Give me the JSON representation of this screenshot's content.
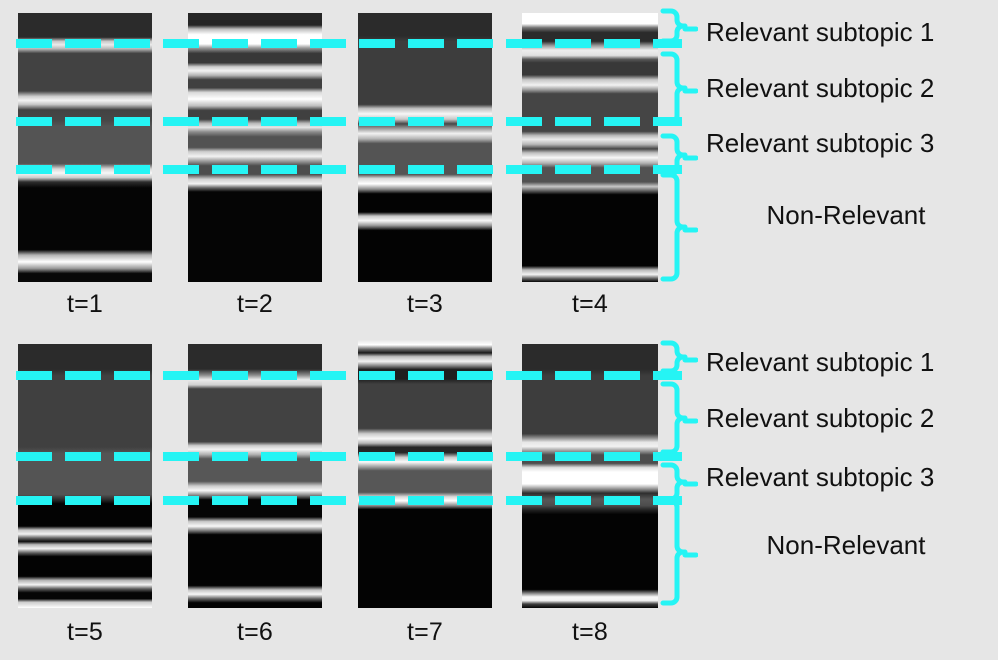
{
  "figure": {
    "background_color": "#e6e6e6",
    "accent_color": "#25f4f4",
    "rows": 2,
    "panels_per_row": 4
  },
  "legend": {
    "rows": [
      {
        "labels": [
          "Relevant subtopic 1",
          "Relevant subtopic 2",
          "Relevant subtopic 3",
          "Non-Relevant"
        ]
      },
      {
        "labels": [
          "Relevant subtopic 1",
          "Relevant subtopic 2",
          "Relevant subtopic 3",
          "Non-Relevant"
        ]
      }
    ]
  },
  "timesteps": [
    {
      "label": "t=1"
    },
    {
      "label": "t=2"
    },
    {
      "label": "t=3"
    },
    {
      "label": "t=4"
    },
    {
      "label": "t=5"
    },
    {
      "label": "t=6"
    },
    {
      "label": "t=7"
    },
    {
      "label": "t=8"
    }
  ],
  "chart_data": {
    "type": "heatmap",
    "title": "",
    "xlabel": "",
    "ylabel": "",
    "description": "Eight vertical grayscale intensity strips (t=1..t=8) split by three cyan dashed boundaries into four relevance regions: Relevant subtopic 1, Relevant subtopic 2, Relevant subtopic 3, Non-Relevant.",
    "colormap": "grayscale",
    "value_range": [
      0,
      1
    ],
    "region_names": [
      "Relevant subtopic 1",
      "Relevant subtopic 2",
      "Relevant subtopic 3",
      "Non-Relevant"
    ],
    "region_boundaries_fraction": {
      "row1": [
        0.115,
        0.405,
        0.585
      ],
      "row2": [
        0.113,
        0.423,
        0.59
      ]
    },
    "panels": [
      {
        "name": "t=1",
        "bands": [
          {
            "pos": 0.0,
            "value": 0.17
          },
          {
            "pos": 0.09,
            "value": 0.17
          },
          {
            "pos": 0.105,
            "value": 0.78
          },
          {
            "pos": 0.118,
            "value": 0.92
          },
          {
            "pos": 0.133,
            "value": 0.72
          },
          {
            "pos": 0.15,
            "value": 0.26
          },
          {
            "pos": 0.29,
            "value": 0.26
          },
          {
            "pos": 0.31,
            "value": 0.8
          },
          {
            "pos": 0.325,
            "value": 0.95
          },
          {
            "pos": 0.34,
            "value": 0.78
          },
          {
            "pos": 0.36,
            "value": 0.26
          },
          {
            "pos": 0.4,
            "value": 0.28
          },
          {
            "pos": 0.42,
            "value": 0.33
          },
          {
            "pos": 0.56,
            "value": 0.33
          },
          {
            "pos": 0.58,
            "value": 0.85
          },
          {
            "pos": 0.595,
            "value": 0.97
          },
          {
            "pos": 0.612,
            "value": 0.8
          },
          {
            "pos": 0.628,
            "value": 0.18
          },
          {
            "pos": 0.65,
            "value": 0.02
          },
          {
            "pos": 0.88,
            "value": 0.02
          },
          {
            "pos": 0.9,
            "value": 0.7
          },
          {
            "pos": 0.925,
            "value": 1.0
          },
          {
            "pos": 0.95,
            "value": 0.6
          },
          {
            "pos": 0.968,
            "value": 0.03
          },
          {
            "pos": 1.0,
            "value": 0.03
          }
        ]
      },
      {
        "name": "t=2",
        "bands": [
          {
            "pos": 0.0,
            "value": 0.15
          },
          {
            "pos": 0.045,
            "value": 0.15
          },
          {
            "pos": 0.06,
            "value": 0.75
          },
          {
            "pos": 0.08,
            "value": 1.0
          },
          {
            "pos": 0.115,
            "value": 1.0
          },
          {
            "pos": 0.13,
            "value": 0.6
          },
          {
            "pos": 0.15,
            "value": 0.22
          },
          {
            "pos": 0.185,
            "value": 0.22
          },
          {
            "pos": 0.2,
            "value": 0.8
          },
          {
            "pos": 0.215,
            "value": 0.95
          },
          {
            "pos": 0.232,
            "value": 0.7
          },
          {
            "pos": 0.248,
            "value": 0.25
          },
          {
            "pos": 0.278,
            "value": 0.25
          },
          {
            "pos": 0.295,
            "value": 0.85
          },
          {
            "pos": 0.32,
            "value": 1.0
          },
          {
            "pos": 0.345,
            "value": 0.75
          },
          {
            "pos": 0.362,
            "value": 0.25
          },
          {
            "pos": 0.395,
            "value": 0.25
          },
          {
            "pos": 0.41,
            "value": 0.72
          },
          {
            "pos": 0.425,
            "value": 0.9
          },
          {
            "pos": 0.442,
            "value": 0.55
          },
          {
            "pos": 0.46,
            "value": 0.32
          },
          {
            "pos": 0.5,
            "value": 0.32
          },
          {
            "pos": 0.515,
            "value": 0.8
          },
          {
            "pos": 0.533,
            "value": 0.95
          },
          {
            "pos": 0.55,
            "value": 0.62
          },
          {
            "pos": 0.568,
            "value": 0.3
          },
          {
            "pos": 0.6,
            "value": 0.3
          },
          {
            "pos": 0.618,
            "value": 0.82
          },
          {
            "pos": 0.635,
            "value": 0.95
          },
          {
            "pos": 0.65,
            "value": 0.4
          },
          {
            "pos": 0.665,
            "value": 0.02
          },
          {
            "pos": 1.0,
            "value": 0.02
          }
        ]
      },
      {
        "name": "t=3",
        "bands": [
          {
            "pos": 0.0,
            "value": 0.17
          },
          {
            "pos": 0.085,
            "value": 0.17
          },
          {
            "pos": 0.105,
            "value": 0.24
          },
          {
            "pos": 0.34,
            "value": 0.24
          },
          {
            "pos": 0.355,
            "value": 0.75
          },
          {
            "pos": 0.375,
            "value": 0.97
          },
          {
            "pos": 0.395,
            "value": 0.78
          },
          {
            "pos": 0.412,
            "value": 0.28
          },
          {
            "pos": 0.43,
            "value": 0.62
          },
          {
            "pos": 0.448,
            "value": 0.95
          },
          {
            "pos": 0.468,
            "value": 0.7
          },
          {
            "pos": 0.485,
            "value": 0.33
          },
          {
            "pos": 0.6,
            "value": 0.33
          },
          {
            "pos": 0.615,
            "value": 0.85
          },
          {
            "pos": 0.635,
            "value": 1.0
          },
          {
            "pos": 0.655,
            "value": 0.55
          },
          {
            "pos": 0.672,
            "value": 0.01
          },
          {
            "pos": 0.74,
            "value": 0.01
          },
          {
            "pos": 0.755,
            "value": 0.78
          },
          {
            "pos": 0.772,
            "value": 0.97
          },
          {
            "pos": 0.79,
            "value": 0.6
          },
          {
            "pos": 0.808,
            "value": 0.01
          },
          {
            "pos": 1.0,
            "value": 0.01
          }
        ]
      },
      {
        "name": "t=4",
        "bands": [
          {
            "pos": 0.0,
            "value": 1.0
          },
          {
            "pos": 0.04,
            "value": 1.0
          },
          {
            "pos": 0.055,
            "value": 0.45
          },
          {
            "pos": 0.072,
            "value": 0.17
          },
          {
            "pos": 0.105,
            "value": 0.17
          },
          {
            "pos": 0.122,
            "value": 0.62
          },
          {
            "pos": 0.138,
            "value": 0.93
          },
          {
            "pos": 0.158,
            "value": 0.88
          },
          {
            "pos": 0.172,
            "value": 0.35
          },
          {
            "pos": 0.185,
            "value": 0.22
          },
          {
            "pos": 0.23,
            "value": 0.22
          },
          {
            "pos": 0.248,
            "value": 0.78
          },
          {
            "pos": 0.268,
            "value": 0.95
          },
          {
            "pos": 0.285,
            "value": 0.62
          },
          {
            "pos": 0.3,
            "value": 0.27
          },
          {
            "pos": 0.44,
            "value": 0.27
          },
          {
            "pos": 0.455,
            "value": 0.72
          },
          {
            "pos": 0.47,
            "value": 0.92
          },
          {
            "pos": 0.488,
            "value": 0.72
          },
          {
            "pos": 0.505,
            "value": 0.28
          },
          {
            "pos": 0.52,
            "value": 0.75
          },
          {
            "pos": 0.538,
            "value": 0.97
          },
          {
            "pos": 0.558,
            "value": 0.7
          },
          {
            "pos": 0.575,
            "value": 0.32
          },
          {
            "pos": 0.628,
            "value": 0.32
          },
          {
            "pos": 0.645,
            "value": 0.78
          },
          {
            "pos": 0.66,
            "value": 0.4
          },
          {
            "pos": 0.675,
            "value": 0.01
          },
          {
            "pos": 0.94,
            "value": 0.01
          },
          {
            "pos": 0.955,
            "value": 0.72
          },
          {
            "pos": 0.972,
            "value": 0.95
          },
          {
            "pos": 0.988,
            "value": 0.35
          },
          {
            "pos": 1.0,
            "value": 0.02
          }
        ]
      },
      {
        "name": "t=5",
        "bands": [
          {
            "pos": 0.0,
            "value": 0.17
          },
          {
            "pos": 0.095,
            "value": 0.17
          },
          {
            "pos": 0.12,
            "value": 0.25
          },
          {
            "pos": 0.39,
            "value": 0.25
          },
          {
            "pos": 0.415,
            "value": 0.33
          },
          {
            "pos": 0.57,
            "value": 0.33
          },
          {
            "pos": 0.588,
            "value": 0.18
          },
          {
            "pos": 0.605,
            "value": 0.01
          },
          {
            "pos": 0.69,
            "value": 0.01
          },
          {
            "pos": 0.705,
            "value": 0.78
          },
          {
            "pos": 0.72,
            "value": 0.95
          },
          {
            "pos": 0.735,
            "value": 0.4
          },
          {
            "pos": 0.748,
            "value": 0.05
          },
          {
            "pos": 0.76,
            "value": 0.72
          },
          {
            "pos": 0.775,
            "value": 0.95
          },
          {
            "pos": 0.792,
            "value": 0.35
          },
          {
            "pos": 0.805,
            "value": 0.01
          },
          {
            "pos": 0.88,
            "value": 0.01
          },
          {
            "pos": 0.895,
            "value": 0.7
          },
          {
            "pos": 0.912,
            "value": 0.95
          },
          {
            "pos": 0.928,
            "value": 0.35
          },
          {
            "pos": 0.942,
            "value": 0.02
          },
          {
            "pos": 0.965,
            "value": 0.02
          },
          {
            "pos": 0.978,
            "value": 0.8
          },
          {
            "pos": 1.0,
            "value": 1.0
          }
        ]
      },
      {
        "name": "t=6",
        "bands": [
          {
            "pos": 0.0,
            "value": 0.17
          },
          {
            "pos": 0.095,
            "value": 0.17
          },
          {
            "pos": 0.118,
            "value": 0.55
          },
          {
            "pos": 0.135,
            "value": 0.92
          },
          {
            "pos": 0.155,
            "value": 0.82
          },
          {
            "pos": 0.17,
            "value": 0.26
          },
          {
            "pos": 0.37,
            "value": 0.26
          },
          {
            "pos": 0.385,
            "value": 0.8
          },
          {
            "pos": 0.4,
            "value": 0.95
          },
          {
            "pos": 0.418,
            "value": 0.7
          },
          {
            "pos": 0.435,
            "value": 0.34
          },
          {
            "pos": 0.52,
            "value": 0.34
          },
          {
            "pos": 0.538,
            "value": 0.8
          },
          {
            "pos": 0.555,
            "value": 0.97
          },
          {
            "pos": 0.572,
            "value": 0.55
          },
          {
            "pos": 0.59,
            "value": 0.02
          },
          {
            "pos": 0.655,
            "value": 0.02
          },
          {
            "pos": 0.672,
            "value": 0.78
          },
          {
            "pos": 0.69,
            "value": 0.97
          },
          {
            "pos": 0.708,
            "value": 0.45
          },
          {
            "pos": 0.722,
            "value": 0.01
          },
          {
            "pos": 0.915,
            "value": 0.01
          },
          {
            "pos": 0.932,
            "value": 0.78
          },
          {
            "pos": 0.948,
            "value": 0.97
          },
          {
            "pos": 0.965,
            "value": 0.4
          },
          {
            "pos": 0.98,
            "value": 0.01
          },
          {
            "pos": 1.0,
            "value": 0.01
          }
        ]
      },
      {
        "name": "t=7",
        "bands": [
          {
            "pos": 0.0,
            "value": 0.9
          },
          {
            "pos": 0.018,
            "value": 1.0
          },
          {
            "pos": 0.035,
            "value": 0.4
          },
          {
            "pos": 0.048,
            "value": 0.1
          },
          {
            "pos": 0.062,
            "value": 0.75
          },
          {
            "pos": 0.08,
            "value": 0.95
          },
          {
            "pos": 0.095,
            "value": 0.55
          },
          {
            "pos": 0.11,
            "value": 0.12
          },
          {
            "pos": 0.145,
            "value": 0.12
          },
          {
            "pos": 0.165,
            "value": 0.25
          },
          {
            "pos": 0.33,
            "value": 0.25
          },
          {
            "pos": 0.35,
            "value": 0.8
          },
          {
            "pos": 0.368,
            "value": 0.97
          },
          {
            "pos": 0.385,
            "value": 0.72
          },
          {
            "pos": 0.4,
            "value": 0.15
          },
          {
            "pos": 0.42,
            "value": 0.15
          },
          {
            "pos": 0.438,
            "value": 0.8
          },
          {
            "pos": 0.455,
            "value": 0.98
          },
          {
            "pos": 0.472,
            "value": 0.65
          },
          {
            "pos": 0.488,
            "value": 0.34
          },
          {
            "pos": 0.568,
            "value": 0.34
          },
          {
            "pos": 0.585,
            "value": 0.85
          },
          {
            "pos": 0.6,
            "value": 1.0
          },
          {
            "pos": 0.618,
            "value": 0.55
          },
          {
            "pos": 0.632,
            "value": 0.01
          },
          {
            "pos": 1.0,
            "value": 0.01
          }
        ]
      },
      {
        "name": "t=8",
        "bands": [
          {
            "pos": 0.0,
            "value": 0.17
          },
          {
            "pos": 0.095,
            "value": 0.17
          },
          {
            "pos": 0.12,
            "value": 0.24
          },
          {
            "pos": 0.34,
            "value": 0.24
          },
          {
            "pos": 0.358,
            "value": 0.6
          },
          {
            "pos": 0.372,
            "value": 0.9
          },
          {
            "pos": 0.388,
            "value": 0.95
          },
          {
            "pos": 0.405,
            "value": 0.6
          },
          {
            "pos": 0.42,
            "value": 0.3
          },
          {
            "pos": 0.452,
            "value": 0.3
          },
          {
            "pos": 0.468,
            "value": 0.88
          },
          {
            "pos": 0.485,
            "value": 1.0
          },
          {
            "pos": 0.53,
            "value": 1.0
          },
          {
            "pos": 0.548,
            "value": 0.6
          },
          {
            "pos": 0.565,
            "value": 0.18
          },
          {
            "pos": 0.588,
            "value": 0.34
          },
          {
            "pos": 0.612,
            "value": 0.3
          },
          {
            "pos": 0.63,
            "value": 0.12
          },
          {
            "pos": 0.645,
            "value": 0.01
          },
          {
            "pos": 0.93,
            "value": 0.01
          },
          {
            "pos": 0.945,
            "value": 0.55
          },
          {
            "pos": 0.958,
            "value": 0.97
          },
          {
            "pos": 0.972,
            "value": 0.95
          },
          {
            "pos": 0.985,
            "value": 0.25
          },
          {
            "pos": 1.0,
            "value": 0.02
          }
        ]
      }
    ]
  }
}
